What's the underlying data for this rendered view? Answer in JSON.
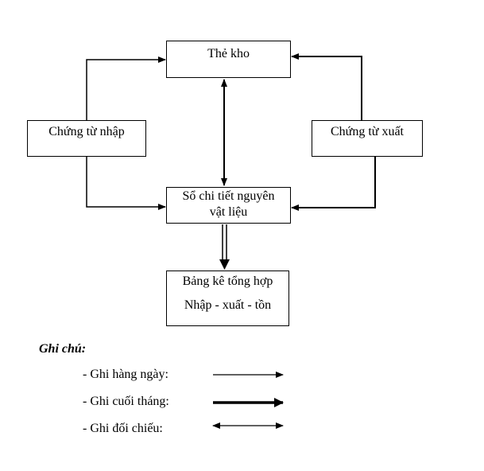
{
  "nodes": {
    "the_kho": "Thẻ kho",
    "chung_tu_nhap": "Chứng từ nhập",
    "chung_tu_xuat": "Chứng từ xuất",
    "so_chi_tiet_line1": "Sổ chi tiết nguyên",
    "so_chi_tiet_line2": "vật liệu",
    "bang_ke_line1": "Bảng kê tổng hợp",
    "bang_ke_line2": "Nhập - xuất - tồn"
  },
  "legend": {
    "title": "Ghi chú:",
    "items": [
      {
        "label": "- Ghi hàng ngày:",
        "style": "thin"
      },
      {
        "label": "- Ghi cuối tháng:",
        "style": "thick"
      },
      {
        "label": "- Ghi đối chiếu:",
        "style": "double-headed"
      }
    ]
  },
  "edges": [
    {
      "from": "chung_tu_nhap",
      "to": "the_kho",
      "style": "thin"
    },
    {
      "from": "chung_tu_nhap",
      "to": "so_chi_tiet",
      "style": "thin"
    },
    {
      "from": "chung_tu_xuat",
      "to": "the_kho",
      "style": "thin"
    },
    {
      "from": "chung_tu_xuat",
      "to": "so_chi_tiet",
      "style": "thin"
    },
    {
      "from": "the_kho",
      "to": "so_chi_tiet",
      "style": "double-headed"
    },
    {
      "from": "so_chi_tiet",
      "to": "bang_ke",
      "style": "thick"
    }
  ],
  "colors": {
    "line": "#000000",
    "background": "#ffffff"
  }
}
